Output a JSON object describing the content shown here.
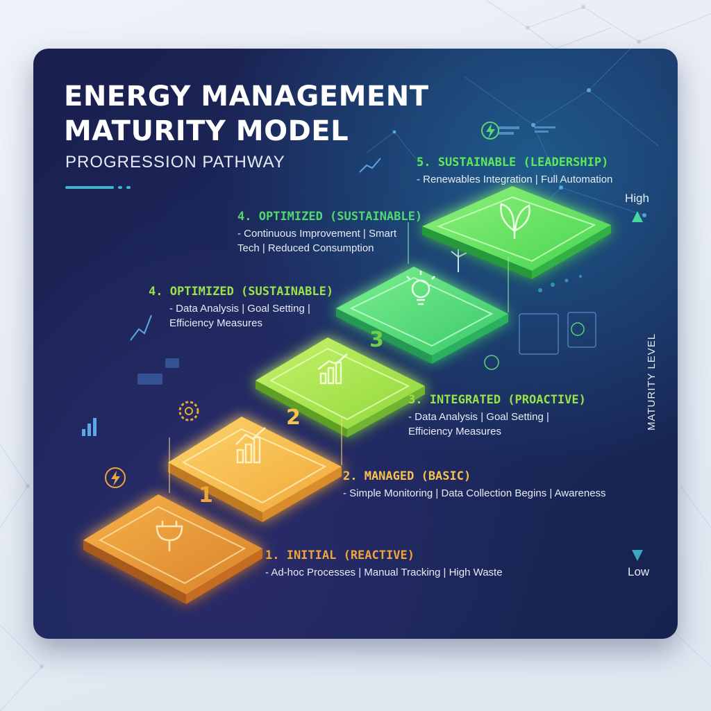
{
  "header": {
    "title": "ENERGY MANAGEMENT\nMATURITY MODEL",
    "subtitle": "PROGRESSION PATHWAY"
  },
  "colors": {
    "level1": "#f0a53a",
    "level2": "#f7c14e",
    "level3": "#9be24a",
    "level4": "#52d86f",
    "level5": "#5ee85a",
    "accent": "#3fb6c9"
  },
  "levels": [
    {
      "title": "1. INITIAL (REACTIVE)",
      "description": "- Ad-hoc Processes | Manual Tracking | High Waste",
      "step_number": "1",
      "icon": "plug-icon"
    },
    {
      "title": "2. MANAGED (BASIC)",
      "description": "- Simple Monitoring | Data Collection Begins | Awareness",
      "step_number": "2",
      "icon": "bar-chart-icon"
    },
    {
      "title": "3. INTEGRATED (PROACTIVE)",
      "description": "- Data Analysis | Goal Setting |\nEfficiency Measures",
      "step_number": "3",
      "icon": "growth-chart-icon"
    },
    {
      "title": "4. OPTIMIZED (SUSTAINABLE)",
      "description": "- Data Analysis | Goal Setting |\nEfficiency Measures",
      "icon": "lightbulb-icon"
    },
    {
      "title": "4. OPTIMIZED (SUSTAINABLE)",
      "description": "- Continuous Improvement | Smart\nTech  | Reduced Consumption",
      "icon": "wind-turbine-icon"
    },
    {
      "title": "5. SUSTAINABLE (LEADERSHIP)",
      "description": "- Renewables Integration | Full Automation",
      "icon": "leaf-icon"
    }
  ],
  "axis": {
    "high": "High",
    "low": "Low",
    "label": "MATURITY LEVEL"
  }
}
